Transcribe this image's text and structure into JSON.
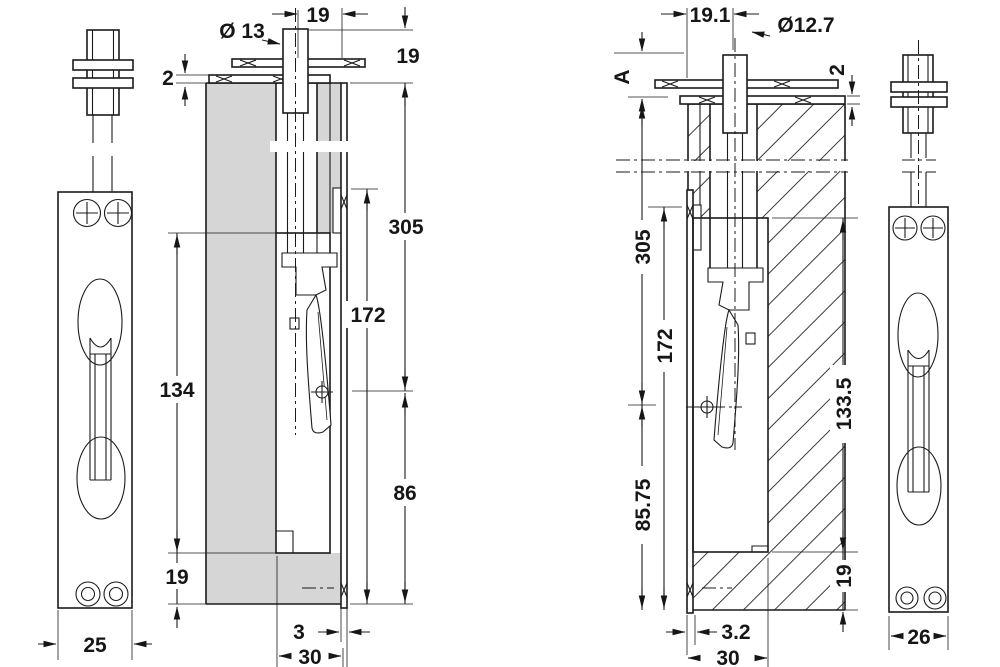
{
  "drawing": {
    "kind": "flush-bolt technical drawing",
    "views": {
      "front_left": "flush bolt front view (metric)",
      "section_left": "flush bolt installed section (metric)",
      "section_right": "flush bolt installed section (imperial)",
      "front_right": "flush bolt front view (imperial)"
    }
  },
  "dims": {
    "left": {
      "backset": "19",
      "bolt_diameter": "Ø 13",
      "top_plate_thickness": "2",
      "bolt_projection": "19",
      "overall_length": "305",
      "screw_distance": "172",
      "body_length": "134",
      "lower_length": "86",
      "bottom_offset": "19",
      "faceplate_thickness": "3",
      "mortise_depth": "30",
      "front_plate_width": "25"
    },
    "right": {
      "backset": "19.1",
      "bolt_diameter": "Ø12.7",
      "bolt_projection": "A",
      "top_plate_thickness": "2",
      "overall_length": "305",
      "screw_distance": "172",
      "lower_length": "85.75",
      "body_length": "133.5",
      "bottom_offset": "19",
      "faceplate_thickness": "3.2",
      "mortise_depth": "30",
      "front_plate_width": "26"
    }
  }
}
